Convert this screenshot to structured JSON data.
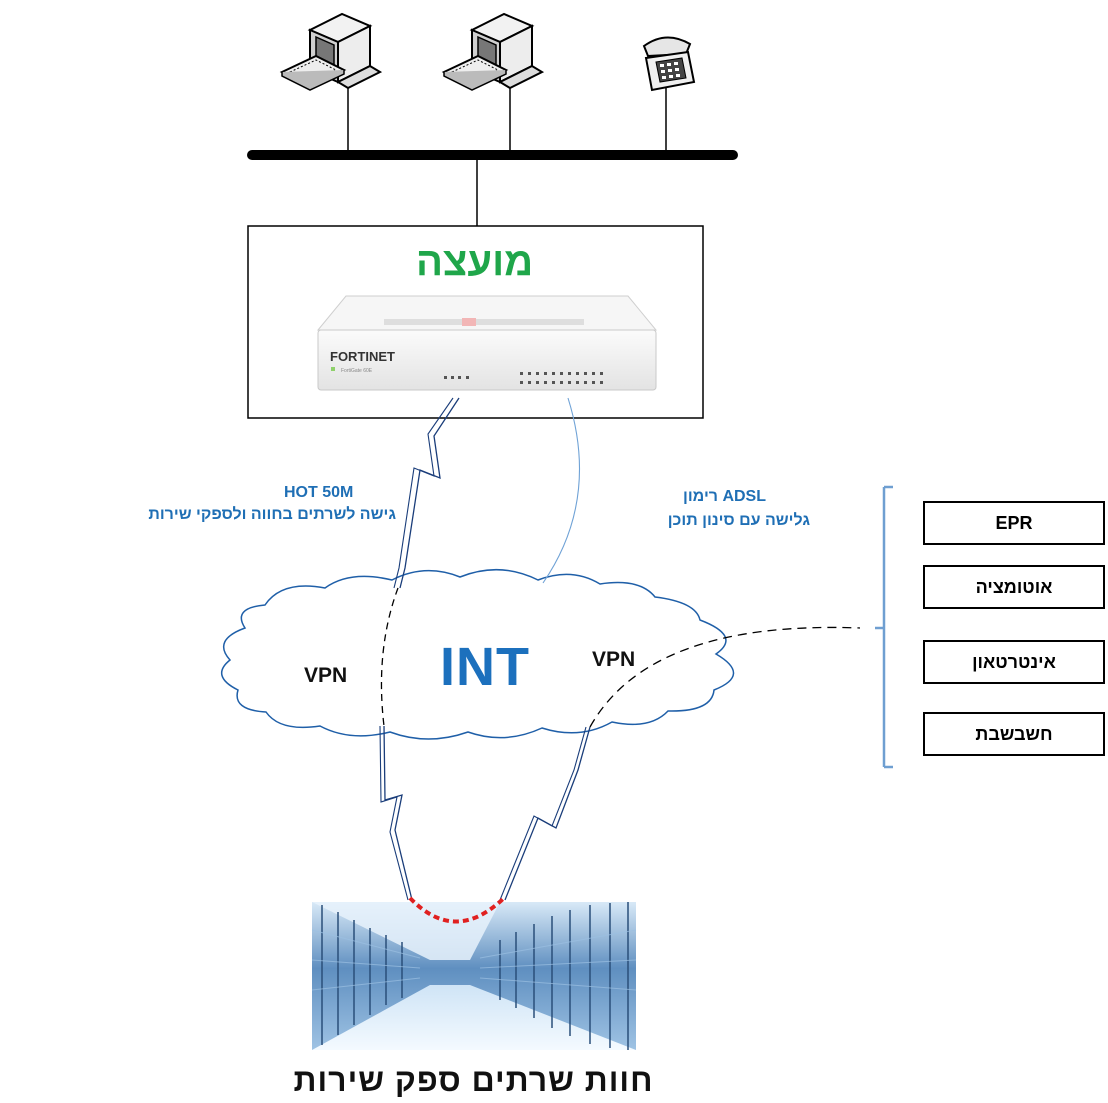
{
  "council": {
    "title": "מועצה"
  },
  "device": {
    "brand": "FORTINET",
    "model": "FortiGate 60E"
  },
  "links": {
    "hot": {
      "line1": "HOT 50M",
      "line2": "גישה לשרתים בחווה ולספקי שירות"
    },
    "adsl": {
      "line1": "ADSL רימון",
      "line2": "גלישה עם סינון תוכן"
    }
  },
  "cloud": {
    "label": "INT",
    "vpn_left": "VPN",
    "vpn_right": "VPN"
  },
  "systems": [
    "EPR",
    "אוטומציה",
    "אינטרטאון",
    "חשבשבת"
  ],
  "server_farm": {
    "title": "חוות שרתים ספק שירות"
  },
  "colors": {
    "accent_blue": "#1f6fb5",
    "green": "#1fa64a",
    "link_red": "#e02020"
  }
}
